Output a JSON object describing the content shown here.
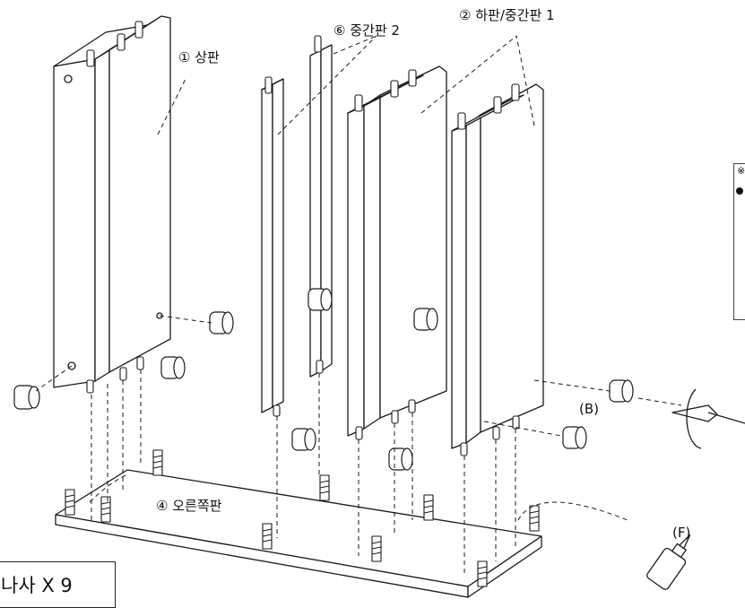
{
  "labels": {
    "top_panel": "① 상판",
    "middle_panel_2": "⑥ 중간판 2",
    "bottom_middle_panel_1": "② 하판/중간판 1",
    "right_panel": "④ 오른쪽판",
    "cam_b": "(B)",
    "glue_f": "(F)"
  },
  "screw_box": {
    "text": "나사  X 9"
  },
  "note_box": {
    "star": "※"
  },
  "colors": {
    "line": "#1a1a1a",
    "background": "#ffffff"
  }
}
